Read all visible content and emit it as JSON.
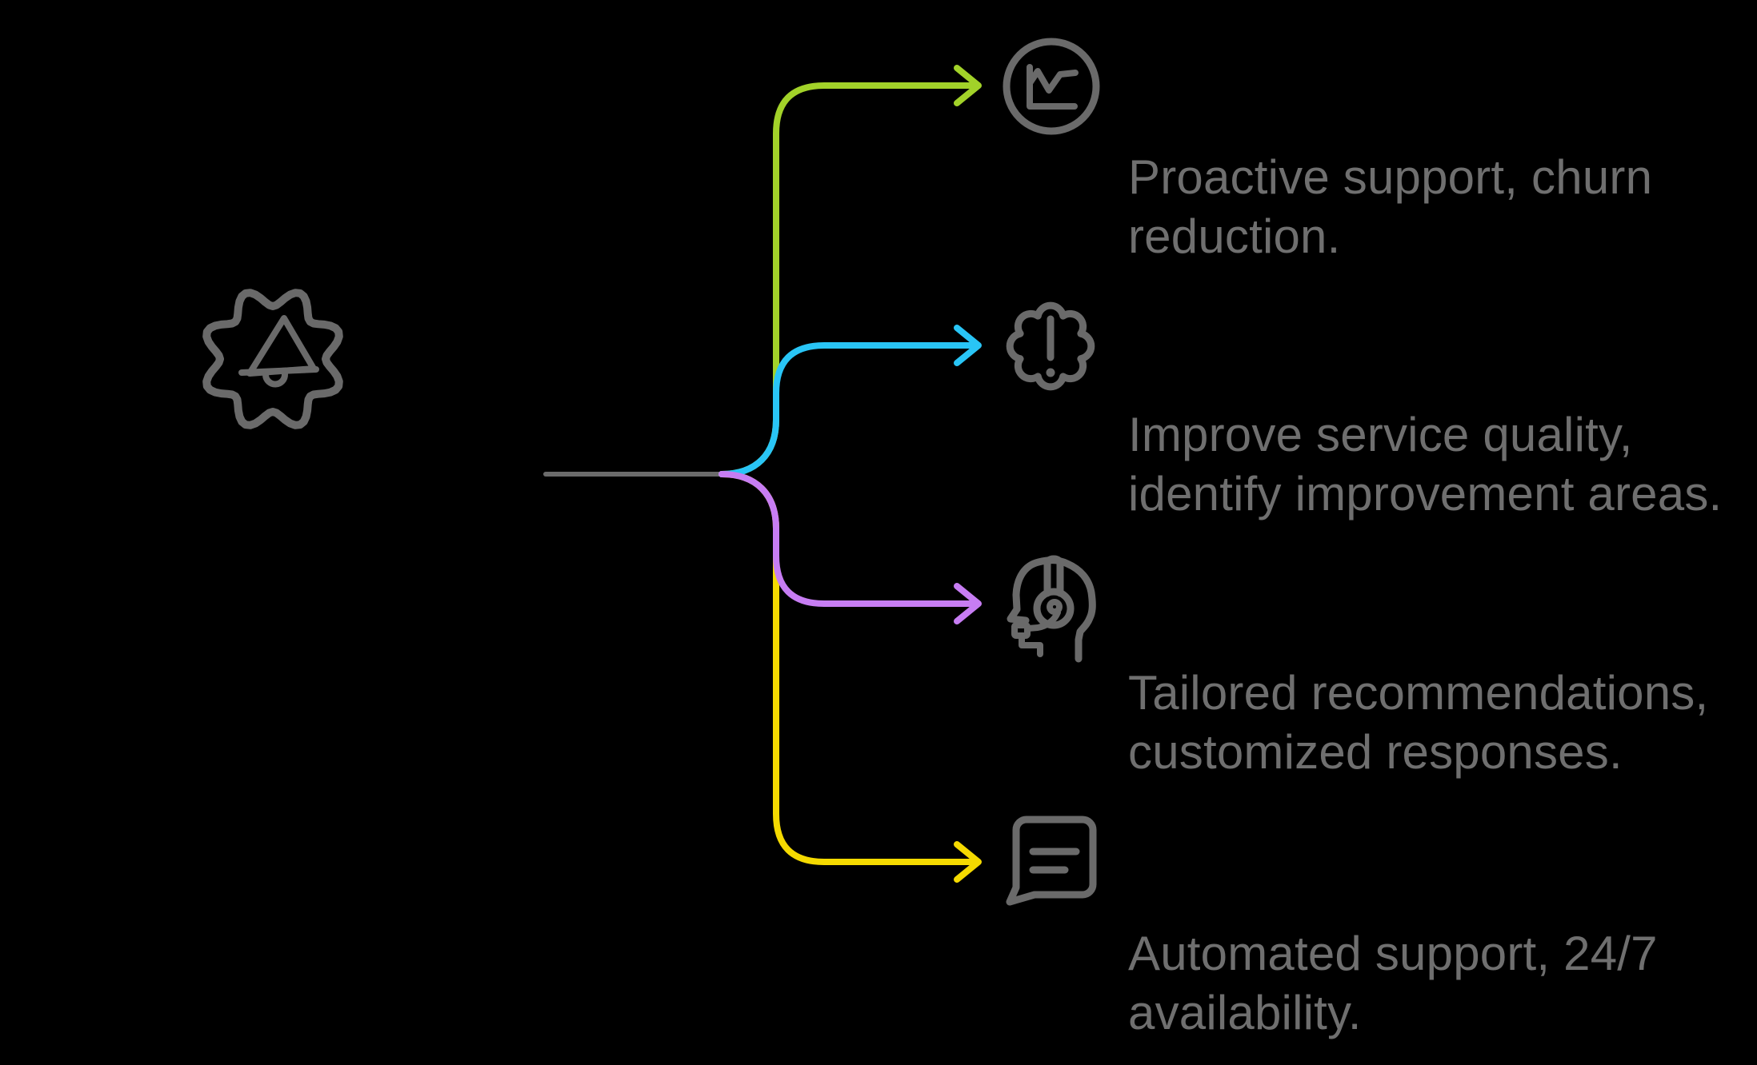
{
  "colors": {
    "green": "#a2d229",
    "cyan": "#29c5f6",
    "purple": "#c77df3",
    "yellow": "#f5da00",
    "connector_gray": "#6b6b6b",
    "icon_gray": "#6a6a6a",
    "text_gray": "#6f6f6f",
    "background": "#000000"
  },
  "root": {
    "icon": "megaphone-gear-icon"
  },
  "branches": [
    {
      "id": "proactive-support",
      "color_name": "green",
      "icon": "line-chart-icon",
      "label_line1": "Proactive support, churn",
      "label_line2": "reduction."
    },
    {
      "id": "service-quality",
      "color_name": "cyan",
      "icon": "exclamation-badge-icon",
      "label_line1": "Improve service quality,",
      "label_line2": "identify improvement areas."
    },
    {
      "id": "personalization",
      "color_name": "purple",
      "icon": "headset-support-icon",
      "label_line1": "Tailored recommendations,",
      "label_line2": "customized responses."
    },
    {
      "id": "automation",
      "color_name": "yellow",
      "icon": "chat-message-icon",
      "label_line1": "Automated support, 24/7",
      "label_line2": "availability."
    }
  ]
}
